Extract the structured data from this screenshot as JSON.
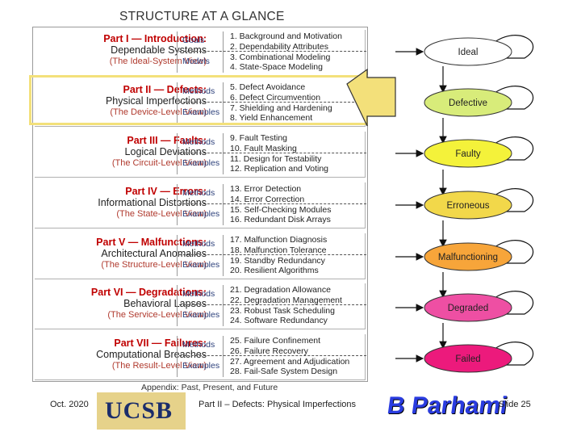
{
  "title": "STRUCTURE AT A GLANCE",
  "parts": [
    {
      "name": "Part I — Introduction:",
      "subtitle": "Dependable Systems",
      "view": "(The Ideal-System View)",
      "label1": "Goals",
      "label2": "Models",
      "chapters": [
        "1. Background and Motivation",
        "2. Dependability Attributes",
        "3. Combinational Modeling",
        "4. State-Space Modeling"
      ]
    },
    {
      "name": "Part II — Defects:",
      "subtitle": "Physical Imperfections",
      "view": "(The Device-Level View)",
      "label1": "Methods",
      "label2": "Examples",
      "chapters": [
        "5. Defect Avoidance",
        "6. Defect Circumvention",
        "7. Shielding and Hardening",
        "8. Yield Enhancement"
      ]
    },
    {
      "name": "Part III — Faults:",
      "subtitle": "Logical Deviations",
      "view": "(The Circuit-Level View)",
      "label1": "Methods",
      "label2": "Examples",
      "chapters": [
        "9. Fault Testing",
        "10. Fault Masking",
        "11. Design for Testability",
        "12. Replication and Voting"
      ]
    },
    {
      "name": "Part IV — Errors:",
      "subtitle": "Informational Distortions",
      "view": "(The State-Level View)",
      "label1": "Methods",
      "label2": "Examples",
      "chapters": [
        "13. Error Detection",
        "14. Error Correction",
        "15. Self-Checking Modules",
        "16. Redundant Disk Arrays"
      ]
    },
    {
      "name": "Part V — Malfunctions:",
      "subtitle": "Architectural Anomalies",
      "view": "(The Structure-Level View)",
      "label1": "Methods",
      "label2": "Examples",
      "chapters": [
        "17. Malfunction Diagnosis",
        "18. Malfunction Tolerance",
        "19. Standby Redundancy",
        "20. Resilient Algorithms"
      ]
    },
    {
      "name": "Part VI — Degradations:",
      "subtitle": "Behavioral Lapses",
      "view": "(The Service-Level View)",
      "label1": "Methods",
      "label2": "Examples",
      "chapters": [
        "21. Degradation Allowance",
        "22. Degradation Management",
        "23. Robust Task Scheduling",
        "24. Software Redundancy"
      ]
    },
    {
      "name": "Part VII — Failures:",
      "subtitle": "Computational Breaches",
      "view": "(The Result-Level View)",
      "label1": "Methods",
      "label2": "Examples",
      "chapters": [
        "25. Failure Confinement",
        "26. Failure Recovery",
        "27. Agreement and Adjudication",
        "28. Fail-Safe System Design"
      ]
    }
  ],
  "appendix": "Appendix: Past, Present, and Future",
  "states": [
    {
      "label": "Ideal",
      "color": "#ffffff"
    },
    {
      "label": "Defective",
      "color": "#d8ec7a"
    },
    {
      "label": "Faulty",
      "color": "#f4f23a"
    },
    {
      "label": "Erroneous",
      "color": "#f2d84a"
    },
    {
      "label": "Malfunctioning",
      "color": "#f7a53a"
    },
    {
      "label": "Degraded",
      "color": "#ee4fa3"
    },
    {
      "label": "Failed",
      "color": "#ec1a7c"
    }
  ],
  "highlight_color": "#f3e07a",
  "footer": {
    "date": "Oct. 2020",
    "slide_title": "Part II – Defects: Physical Imperfections",
    "slide_number": "Slide 25",
    "logo_left": "UCSB",
    "logo_right": "B Parhami"
  }
}
